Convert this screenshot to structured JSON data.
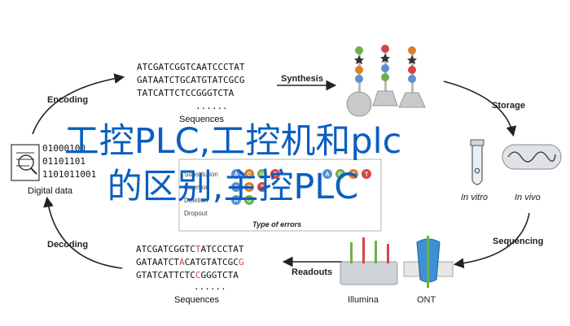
{
  "steps": {
    "encoding": "Encoding",
    "synthesis": "Synthesis",
    "storage": "Storage",
    "sequencing": "Sequencing",
    "readouts": "Readouts",
    "decoding": "Decoding"
  },
  "top_sequences": [
    "ATCGATCGGTCAATCCCTAT",
    "GATAATCTGCATGTATCGCG",
    "TATCATTCTCCGGGTCTA",
    "......"
  ],
  "top_label": "Sequences",
  "bottom_sequences": {
    "line1": [
      "ATCGATCGGTC",
      "T",
      "ATCCCTAT"
    ],
    "line2": [
      "GATAATCT",
      "A",
      "CATGTATCGC",
      "G"
    ],
    "line3": [
      "GTATCATTCTC",
      "C",
      "GGGTCTA"
    ],
    "dots": "......"
  },
  "bottom_label": "Sequences",
  "digital": {
    "lines": [
      "01000100",
      "01101101",
      "1101011001"
    ],
    "label": "Digital data"
  },
  "storage_labels": {
    "vitro": "In vitro",
    "vivo": "In vivo"
  },
  "platforms": {
    "illumina": "Illumina",
    "ont": "ONT"
  },
  "errors": {
    "rows": [
      "Substitution",
      "Insertion",
      "Deletion",
      "Dropout"
    ],
    "title": "Type of errors",
    "bases": [
      "A",
      "C",
      "G",
      "T"
    ]
  },
  "overlay_title": {
    "line1": "工控PLC,工控机和plc",
    "line2": "的区别,主控PLC"
  },
  "colors": {
    "A": "#5b8fd4",
    "C": "#e07c2a",
    "G": "#6db04a",
    "T": "#d64545",
    "star": "#333333",
    "overlay": "#0a5fbf"
  }
}
